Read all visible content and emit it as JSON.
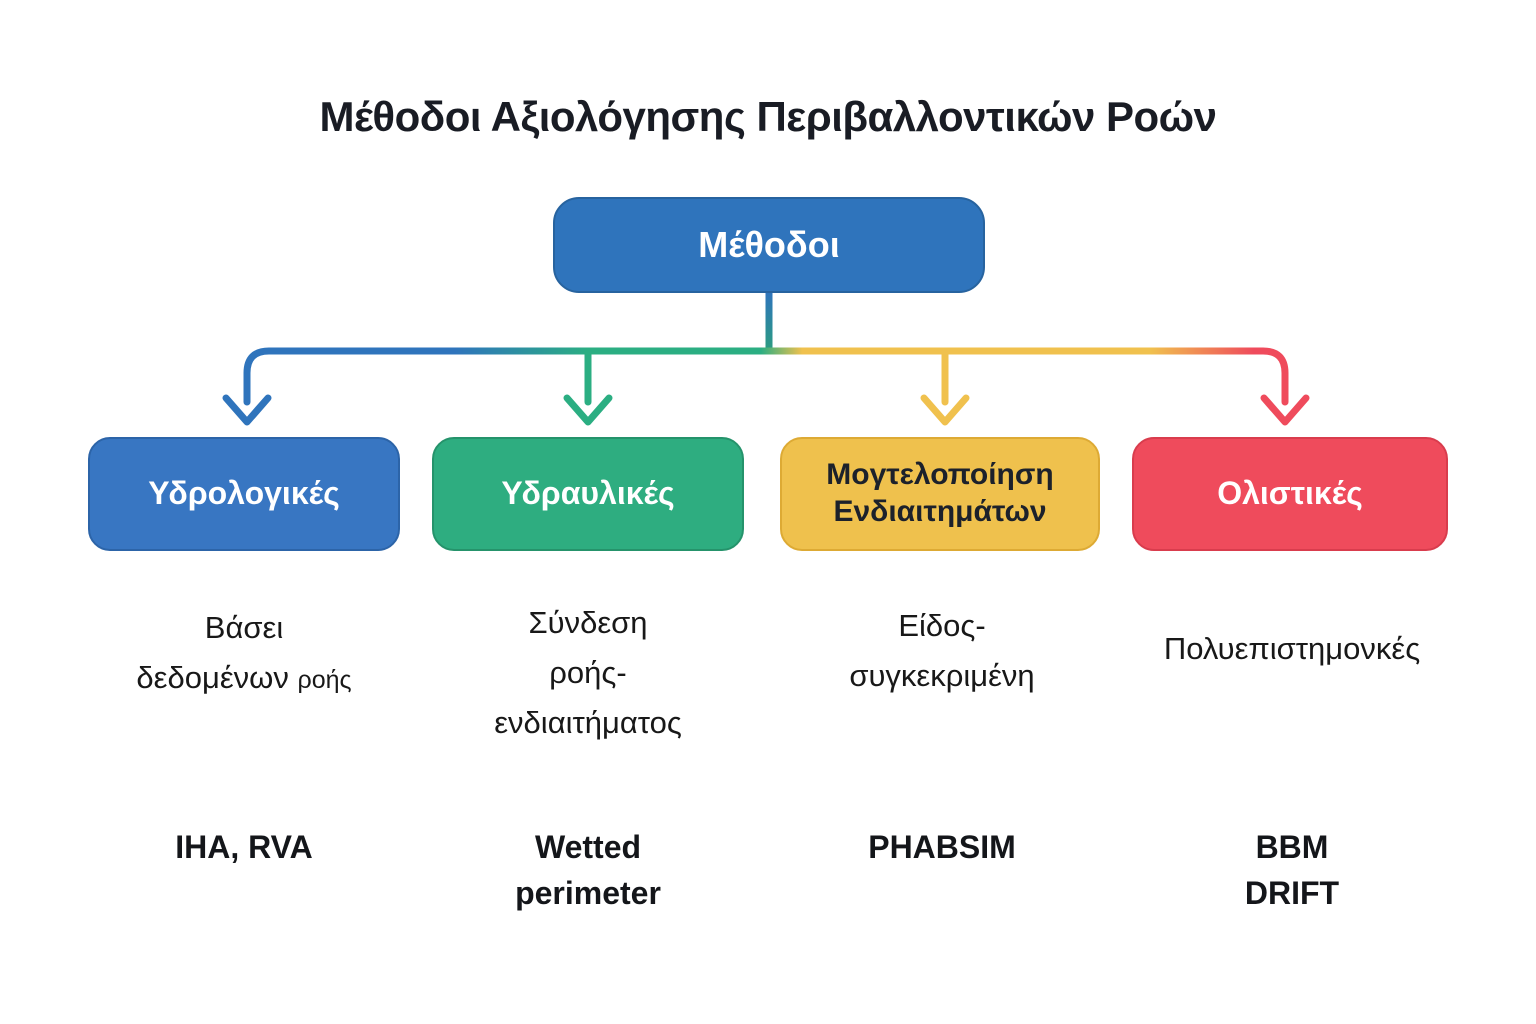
{
  "title": "Μέθοδοι Αξιολόγησης Περιβαλλοντικών Ροών",
  "root": {
    "label": "Μέθοδοι"
  },
  "branches": [
    {
      "id": "hydrological",
      "label": "Υδρολογικές",
      "description": {
        "line1": "Βάσει",
        "line2_main": "δεδομένων",
        "line2_small": "ροής"
      },
      "examples": {
        "line1": "IHA, RVA"
      }
    },
    {
      "id": "hydraulic",
      "label": "Υδραυλικές",
      "description": {
        "line1": "Σύνδεση",
        "line2": "ροής-",
        "line3": "ενδιαιτήματος"
      },
      "examples": {
        "line1": "Wetted",
        "line2": "perimeter"
      }
    },
    {
      "id": "habitat-modelling",
      "label_line1": "Μογτελοποίηση",
      "label_line2": "Ενδιαιτημάτων",
      "description": {
        "line1": "Είδος-",
        "line2": "συγκεκριμένη"
      },
      "examples": {
        "line1": "PHABSIM"
      }
    },
    {
      "id": "holistic",
      "label": "Ολιστικές",
      "description": {
        "line1": "Πολυεπιστημονκές"
      },
      "examples": {
        "line1": "BBM",
        "line2": "DRIFT"
      }
    }
  ],
  "colors": {
    "blue": "#2f74bc",
    "green": "#2bae82",
    "yellow": "#f0c14e",
    "red": "#ef4b5c",
    "teal": "#2b9d7f",
    "root_blue": "#2f74bc",
    "text_dark": "#191c24",
    "box_text_light": "#ffffff",
    "box_text_dark": "#1c212b"
  }
}
